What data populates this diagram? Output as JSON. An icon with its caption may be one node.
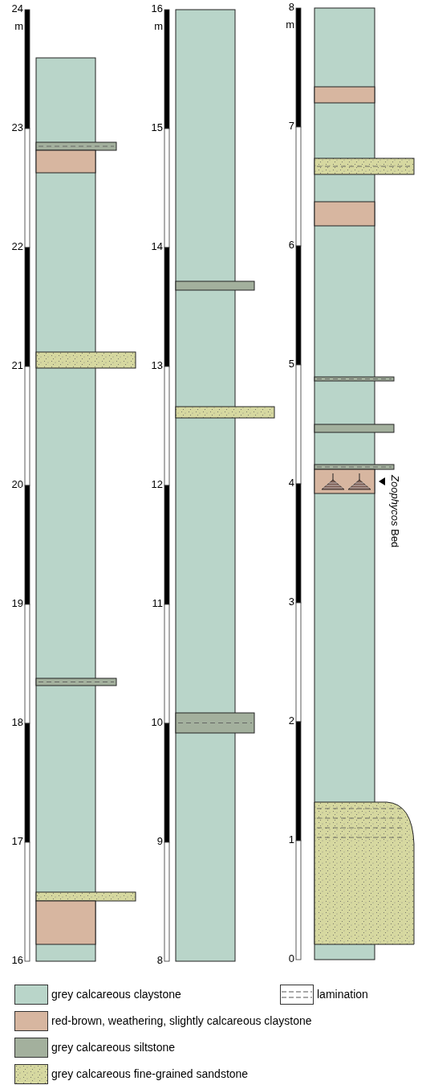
{
  "diagram": {
    "labels": [
      "24",
      "m",
      "23",
      "22",
      "21",
      "20",
      "19",
      "18",
      "17",
      "16",
      "16",
      "m",
      "15",
      "14",
      "13",
      "12",
      "11",
      "10",
      "9",
      "8",
      "8",
      "m",
      "7",
      "6",
      "5",
      "4",
      "3",
      "2",
      "1",
      "0",
      "*Zoophycos* Bed"
    ],
    "legend": [
      {
        "text": "grey calcareous claystone",
        "color": "#b9d5c9"
      },
      {
        "text": "lamination"
      },
      {
        "text": "red-brown, weathering, slightly calcareous claystone",
        "color": "#d7b6a0"
      },
      {
        "text": "grey calcareous siltstone",
        "color": "#a3b09d"
      },
      {
        "text": "grey calcareous fine-grained sandstone",
        "color": "#d6d8a0"
      }
    ]
  }
}
